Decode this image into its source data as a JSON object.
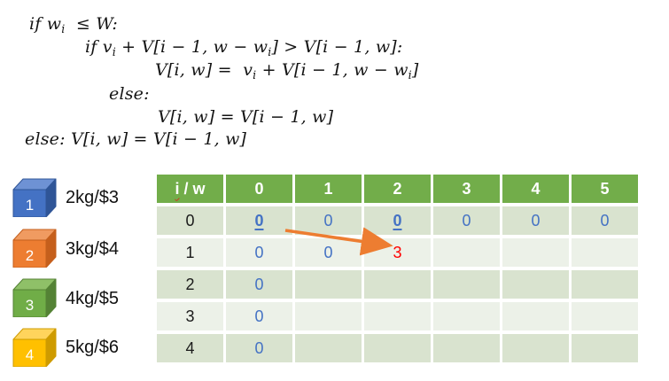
{
  "pseudocode": {
    "l1": {
      "a": "if w",
      "b": "i",
      "c": "  ≤ W:"
    },
    "l2": {
      "a": "if v",
      "b": "i",
      "c": " + V[i − 1, w − w",
      "d": "i",
      "e": "] > V[i − 1, w]:"
    },
    "l3": {
      "a": "V[i, w] =  v",
      "b": "i",
      "c": " + V[i − 1, w − w",
      "d": "i",
      "e": "]"
    },
    "l4": {
      "a": "else:"
    },
    "l5": {
      "a": "V[i, w] = V[i − 1, w]"
    },
    "l6": {
      "a": "else: V[i, w] = V[i − 1, w]"
    }
  },
  "items": [
    {
      "number": "1",
      "label": "2kg/$3",
      "colors": {
        "front": "#4472C4",
        "top": "#6E92D4",
        "side": "#2F5597"
      }
    },
    {
      "number": "2",
      "label": "3kg/$4",
      "colors": {
        "front": "#ED7D31",
        "top": "#F09B61",
        "side": "#C55F1C"
      }
    },
    {
      "number": "3",
      "label": "4kg/$5",
      "colors": {
        "front": "#70AD47",
        "top": "#8FC068",
        "side": "#548235"
      }
    },
    {
      "number": "4",
      "label": "5kg/$6",
      "colors": {
        "front": "#FFC000",
        "top": "#FFD45C",
        "side": "#CE9B00"
      }
    }
  ],
  "table": {
    "header_i": "i",
    "header_rest": " / w",
    "header_cols": [
      "0",
      "1",
      "2",
      "3",
      "4",
      "5"
    ],
    "rows": [
      {
        "label": "0",
        "cells": [
          "0",
          "0",
          "0",
          "0",
          "0",
          "0"
        ]
      },
      {
        "label": "1",
        "cells": [
          "0",
          "0",
          "3",
          "",
          "",
          ""
        ]
      },
      {
        "label": "2",
        "cells": [
          "0",
          "",
          "",
          "",
          "",
          ""
        ]
      },
      {
        "label": "3",
        "cells": [
          "0",
          "",
          "",
          "",
          "",
          ""
        ]
      },
      {
        "label": "4",
        "cells": [
          "0",
          "",
          "",
          "",
          "",
          ""
        ]
      }
    ]
  },
  "arrow": {
    "color": "#ED7D31"
  },
  "colors": {
    "header_green": "#72AD4A",
    "band_dark": "#D9E3CF",
    "band_light": "#ECF1E8",
    "value_blue": "#4472C4",
    "highlight_red": "#FF0000",
    "arrow_orange": "#ED7D31",
    "squiggle_red": "#CC3322"
  }
}
